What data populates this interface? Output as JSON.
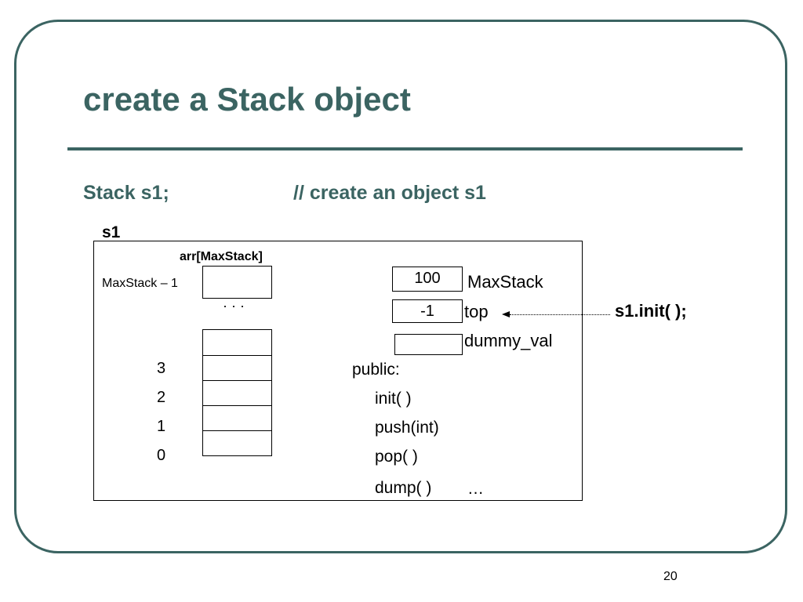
{
  "slide": {
    "title": "create a Stack object",
    "code": {
      "statement": "Stack s1;",
      "comment": "// create an object  s1"
    },
    "page_number": "20"
  },
  "diagram": {
    "object_label": "s1",
    "array_label": "arr[MaxStack]",
    "array_top_index": "MaxStack – 1",
    "ellipsis": "· · ·",
    "array_indices": [
      "3",
      "2",
      "1",
      "0"
    ],
    "members": [
      {
        "value": "100",
        "name": "MaxStack"
      },
      {
        "value": "-1",
        "name": "top"
      },
      {
        "value": "",
        "name": "dummy_val"
      }
    ],
    "public_label": "public:",
    "methods": [
      "init( )",
      "push(int)",
      "pop( )",
      "dump( )"
    ],
    "more": "…",
    "call_label": "s1.init( );"
  }
}
